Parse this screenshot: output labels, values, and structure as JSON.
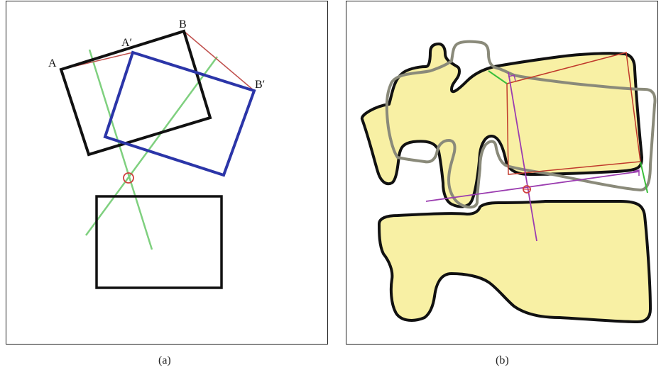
{
  "panel_a": {
    "caption": "(a)",
    "labels": {
      "A": "A",
      "A_prime": "A′",
      "B": "B",
      "B_prime": "B′"
    },
    "colors": {
      "outline": "#111111",
      "moved": "#2b35a8",
      "connector": "#c0504d",
      "bisector": "#7fd07f",
      "center": "#d04040"
    }
  },
  "panel_b": {
    "caption": "(b)",
    "colors": {
      "bone_fill": "#f8f0a4",
      "bone_outline": "#111111",
      "moved_outline": "#8a8a7a",
      "red": "#c0392b",
      "green": "#3bbf3b",
      "purple": "#9b3db0"
    }
  }
}
